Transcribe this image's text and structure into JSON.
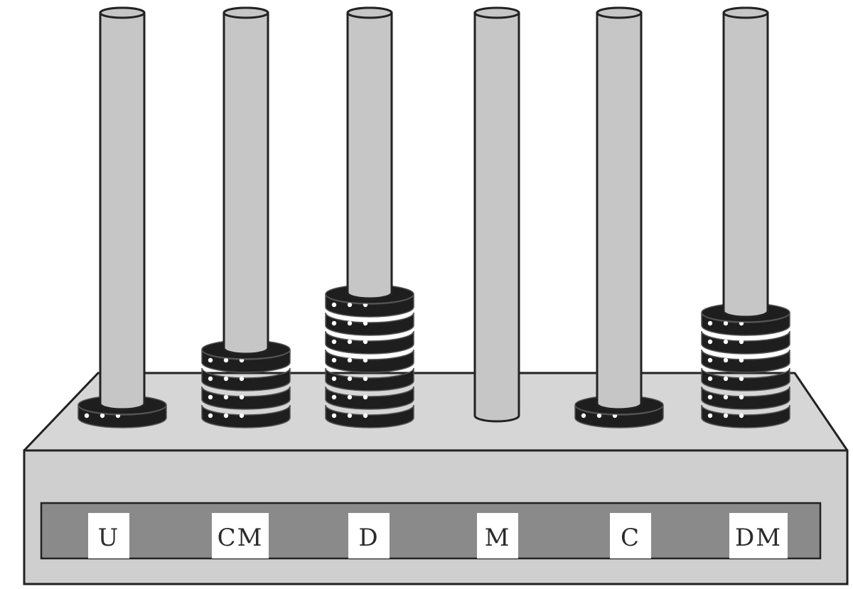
{
  "abacus": {
    "colors": {
      "rod": "#c6c6c6",
      "bead": "#1e1e1e",
      "bead_dots": "#ffffff",
      "base_top": "#d6d6d6",
      "base_front": "#cfcfcf",
      "label_strip": "#8a8a8a",
      "label_box": "#ffffff",
      "outline": "#222222"
    },
    "rods": [
      {
        "label": "U",
        "beads": 1
      },
      {
        "label": "CM",
        "beads": 4
      },
      {
        "label": "D",
        "beads": 7
      },
      {
        "label": "M",
        "beads": 0
      },
      {
        "label": "C",
        "beads": 1
      },
      {
        "label": "DM",
        "beads": 6
      }
    ]
  }
}
